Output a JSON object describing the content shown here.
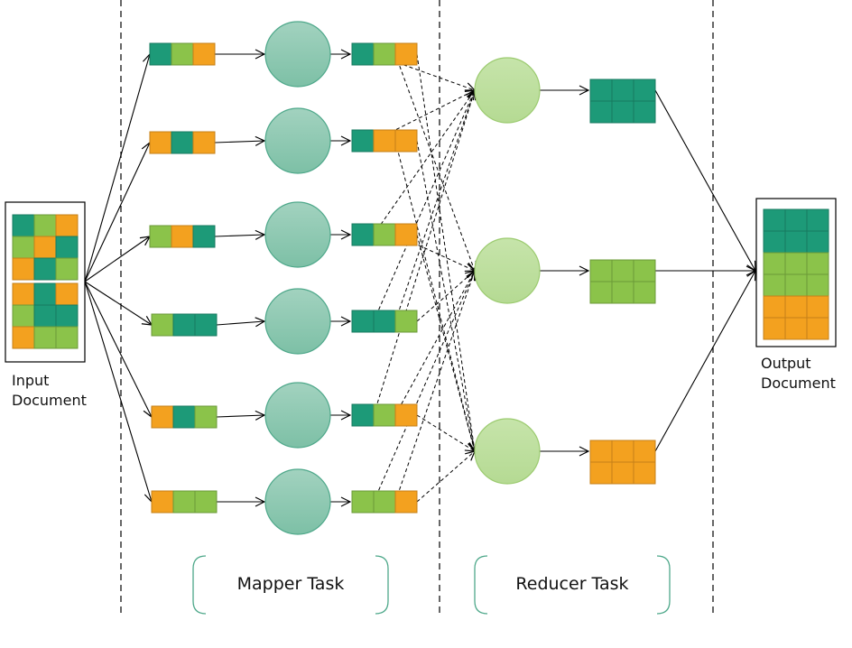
{
  "colors": {
    "teal": "#1d9a78",
    "green": "#8bc34a",
    "orange": "#f3a11f",
    "teal_border": "#177a5f",
    "green_border": "#6b9a38",
    "orange_border": "#c58018",
    "mapper_fill": "#8ccaaf",
    "mapper_stroke": "#4ea88a",
    "reducer_fill": "#bfe0a0",
    "reducer_stroke": "#9ccb70",
    "bracket": "#4ea88a"
  },
  "labels": {
    "input_line1": "Input",
    "input_line2": "Document",
    "output_line1": "Output",
    "output_line2": "Document",
    "mapper_task": "Mapper Task",
    "reducer_task": "Reducer Task"
  },
  "input_document": {
    "rows": [
      [
        "teal",
        "green",
        "orange"
      ],
      [
        "green",
        "orange",
        "teal"
      ],
      [
        "orange",
        "teal",
        "green"
      ],
      [
        "orange",
        "teal",
        "orange"
      ],
      [
        "green",
        "teal",
        "teal"
      ],
      [
        "orange",
        "green",
        "green"
      ]
    ]
  },
  "mappers": [
    {
      "input": [
        "teal",
        "green",
        "orange"
      ],
      "output": [
        "teal",
        "green",
        "orange"
      ]
    },
    {
      "input": [
        "orange",
        "teal",
        "orange"
      ],
      "output": [
        "teal",
        "orange",
        "orange"
      ]
    },
    {
      "input": [
        "green",
        "orange",
        "teal"
      ],
      "output": [
        "teal",
        "green",
        "orange"
      ]
    },
    {
      "input": [
        "green",
        "teal",
        "teal"
      ],
      "output": [
        "teal",
        "teal",
        "green"
      ]
    },
    {
      "input": [
        "orange",
        "teal",
        "green"
      ],
      "output": [
        "teal",
        "green",
        "orange"
      ]
    },
    {
      "input": [
        "orange",
        "green",
        "green"
      ],
      "output": [
        "green",
        "green",
        "orange"
      ]
    }
  ],
  "reducers": [
    {
      "key": "teal",
      "output": "teal"
    },
    {
      "key": "green",
      "output": "green"
    },
    {
      "key": "orange",
      "output": "orange"
    }
  ],
  "output_document": {
    "rows": [
      "teal",
      "teal",
      "green",
      "green",
      "orange",
      "orange"
    ]
  }
}
